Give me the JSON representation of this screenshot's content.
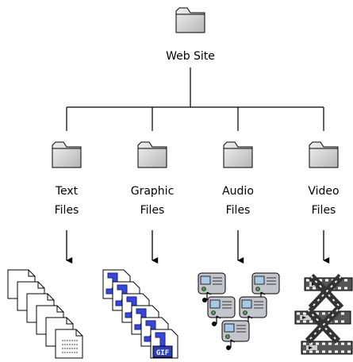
{
  "root": {
    "label": "Web Site",
    "icon": "folder-icon"
  },
  "children": [
    {
      "line1": "Text",
      "line2": "Files",
      "icon": "folder-icon",
      "content_icon": "text-documents-icon"
    },
    {
      "line1": "Graphic",
      "line2": "Files",
      "icon": "folder-icon",
      "content_icon": "gif-image-files-icon",
      "badge": "GIF"
    },
    {
      "line1": "Audio",
      "line2": "Files",
      "icon": "folder-icon",
      "content_icon": "audio-speaker-files-icon"
    },
    {
      "line1": "Video",
      "line2": "Files",
      "icon": "folder-icon",
      "content_icon": "film-strip-files-icon"
    }
  ]
}
